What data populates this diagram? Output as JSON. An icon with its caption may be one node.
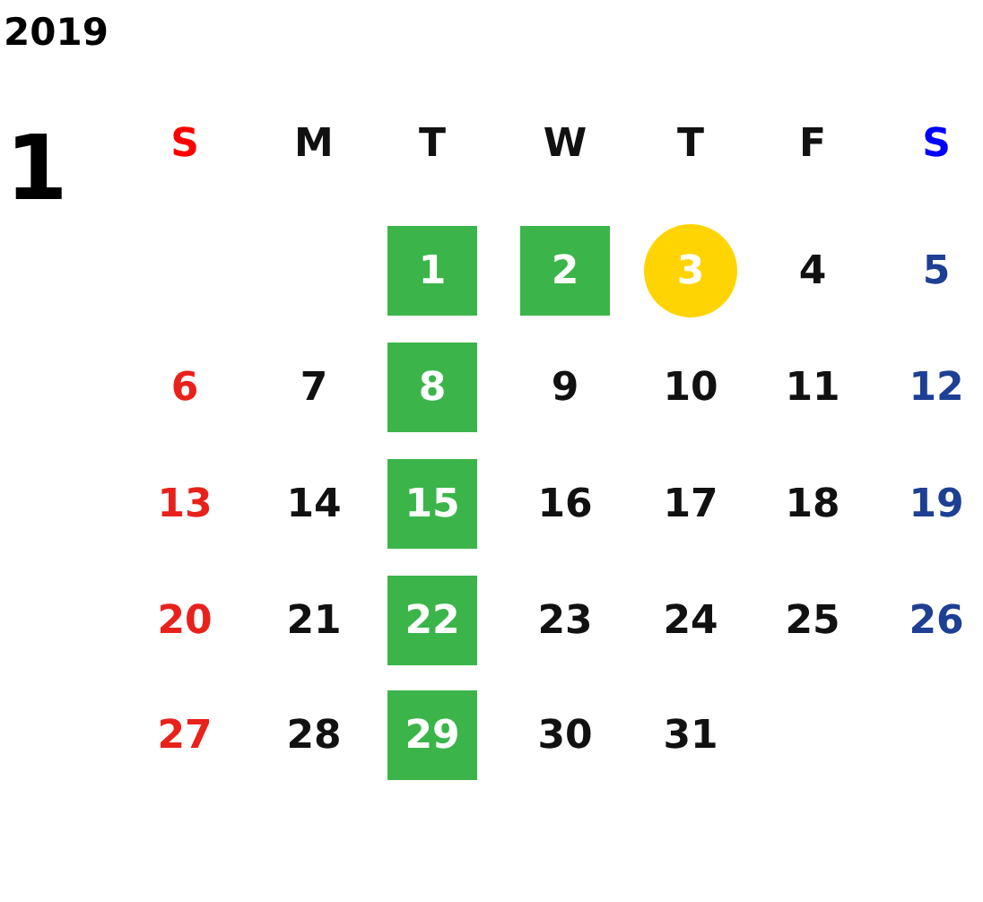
{
  "diagram": {
    "title": "2019",
    "labels": [
      "1",
      "S",
      "M",
      "T",
      "W",
      "T",
      "F",
      "S",
      "1",
      "2",
      "3",
      "4",
      "5",
      "6",
      "7",
      "8",
      "9",
      "10",
      "11",
      "12",
      "13",
      "14",
      "15",
      "16",
      "17",
      "18",
      "19",
      "20",
      "21",
      "22",
      "23",
      "24",
      "25",
      "26",
      "27",
      "28",
      "29",
      "30",
      "31"
    ]
  }
}
